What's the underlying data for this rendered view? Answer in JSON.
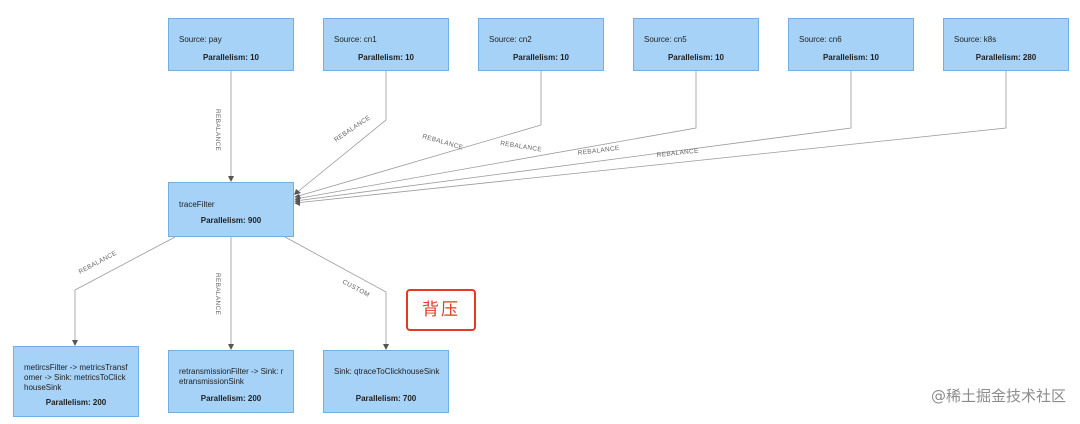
{
  "nodes": {
    "source_pay": {
      "name": "Source: pay",
      "parallelism": "Parallelism: 10"
    },
    "source_cn1": {
      "name": "Source: cn1",
      "parallelism": "Parallelism: 10"
    },
    "source_cn2": {
      "name": "Source: cn2",
      "parallelism": "Parallelism: 10"
    },
    "source_cn5": {
      "name": "Source: cn5",
      "parallelism": "Parallelism: 10"
    },
    "source_cn6": {
      "name": "Source: cn6",
      "parallelism": "Parallelism: 10"
    },
    "source_k8s": {
      "name": "Source: k8s",
      "parallelism": "Parallelism: 280"
    },
    "trace_filter": {
      "name": "traceFilter",
      "parallelism": "Parallelism: 900"
    },
    "metrics_sink": {
      "name": "metircsFilter -> metricsTransfomer -> Sink: metricsToClickhouseSink",
      "parallelism": "Parallelism: 200"
    },
    "retransmission_sink": {
      "name": "retransmissionFilter -> Sink: retransmissionSink",
      "parallelism": "Parallelism: 200"
    },
    "qtrace_sink": {
      "name": "Sink: qtraceToClickhouseSink",
      "parallelism": "Parallelism: 700"
    }
  },
  "edges": {
    "pay_to_trace": "REBALANCE",
    "cn1_to_trace": "REBALANCE",
    "cn2_to_trace": "REBALANCE",
    "cn5_to_trace": "REBALANCE",
    "cn6_to_trace": "REBALANCE",
    "k8s_to_trace": "REBALANCE",
    "trace_to_metrics": "REBALANCE",
    "trace_to_retransmission": "REBALANCE",
    "trace_to_qtrace": "CUSTOM"
  },
  "annotation": {
    "text": "背压",
    "color": "#e23b21"
  },
  "watermark": "@稀土掘金技术社区",
  "colors": {
    "node_fill": "#a5d2f6",
    "node_border": "#6fb1e6",
    "edge": "#9a9a9a"
  }
}
